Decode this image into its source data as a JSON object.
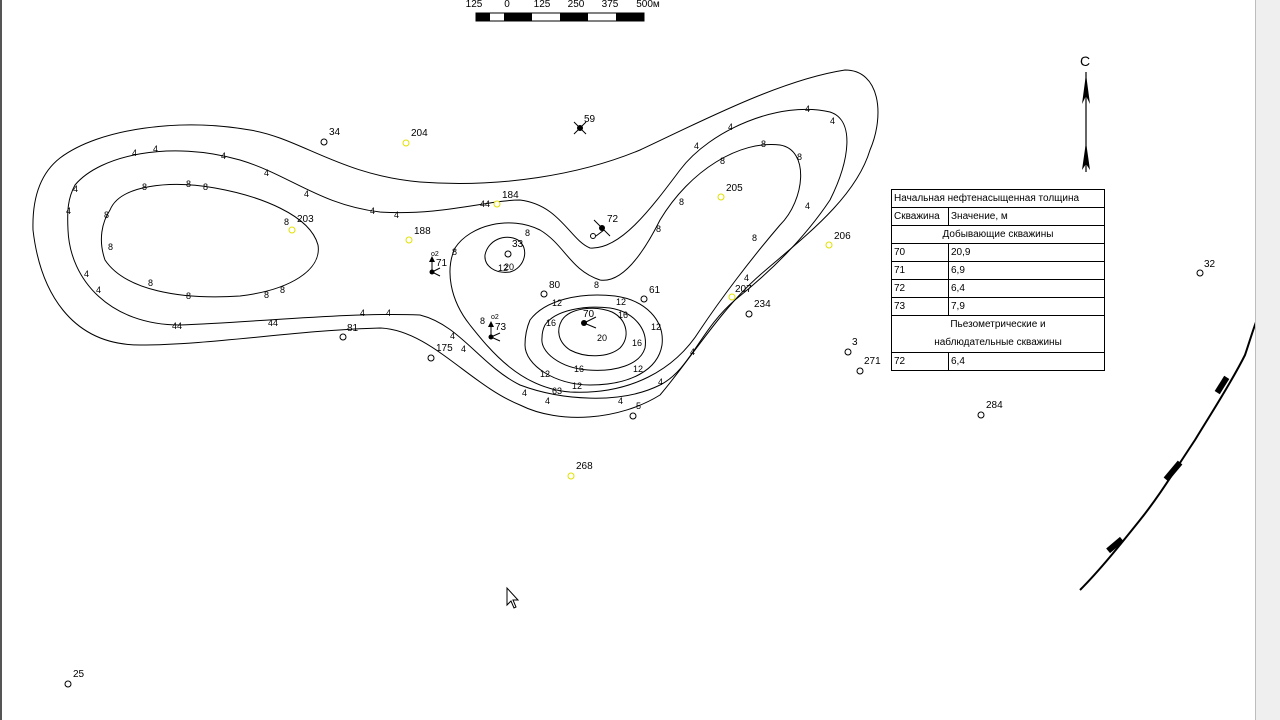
{
  "scale_bar": {
    "labels": [
      "125",
      "0",
      "125",
      "250",
      "375",
      "500м"
    ]
  },
  "north_label": "С",
  "legend": {
    "title": "Начальная нефтенасыщенная толщина",
    "col_well": "Скважина",
    "col_value": "Значение, м",
    "section_production": "Добывающие скважины",
    "production": [
      {
        "well": "70",
        "value": "20,9"
      },
      {
        "well": "71",
        "value": "6,9"
      },
      {
        "well": "72",
        "value": "6,4"
      },
      {
        "well": "73",
        "value": "7,9"
      }
    ],
    "section_observation_line1": "Пьезометрические и",
    "section_observation_line2": "наблюдательные скважины",
    "observation": [
      {
        "well": "72",
        "value": "6,4"
      }
    ]
  },
  "wells": [
    {
      "id": "34",
      "type": "open"
    },
    {
      "id": "204",
      "type": "yellow"
    },
    {
      "id": "59",
      "type": "cross"
    },
    {
      "id": "184",
      "type": "yellow"
    },
    {
      "id": "205",
      "type": "yellow"
    },
    {
      "id": "203",
      "type": "yellow"
    },
    {
      "id": "188",
      "type": "yellow"
    },
    {
      "id": "72",
      "type": "producer"
    },
    {
      "id": "33",
      "type": "open"
    },
    {
      "id": "71",
      "type": "producer"
    },
    {
      "id": "206",
      "type": "yellow"
    },
    {
      "id": "80",
      "type": "open"
    },
    {
      "id": "61",
      "type": "open"
    },
    {
      "id": "70",
      "type": "producer"
    },
    {
      "id": "207",
      "type": "yellow"
    },
    {
      "id": "234",
      "type": "open"
    },
    {
      "id": "81",
      "type": "open"
    },
    {
      "id": "73",
      "type": "producer"
    },
    {
      "id": "175",
      "type": "open"
    },
    {
      "id": "3",
      "type": "open"
    },
    {
      "id": "271",
      "type": "open"
    },
    {
      "id": "32",
      "type": "open"
    },
    {
      "id": "284",
      "type": "open"
    },
    {
      "id": "268",
      "type": "yellow"
    },
    {
      "id": "25",
      "type": "open"
    }
  ],
  "well_markers": {
    "o2": "o2"
  },
  "contour_labels": [
    "4",
    "4",
    "4",
    "4",
    "4",
    "4",
    "4",
    "4",
    "4",
    "4",
    "4",
    "4",
    "4",
    "4",
    "4",
    "4",
    "4",
    "4",
    "4",
    "4",
    "4",
    "4",
    "4",
    "4",
    "4",
    "4",
    "44",
    "44",
    "44",
    "8",
    "8",
    "8",
    "8",
    "8",
    "8",
    "8",
    "8",
    "8",
    "8",
    "8",
    "8",
    "8",
    "8",
    "8",
    "8",
    "8",
    "8",
    "8",
    "8",
    "12",
    "12",
    "12",
    "12",
    "12",
    "12",
    "12",
    "16",
    "16",
    "16",
    "16",
    "20",
    "20",
    "5",
    "63"
  ]
}
